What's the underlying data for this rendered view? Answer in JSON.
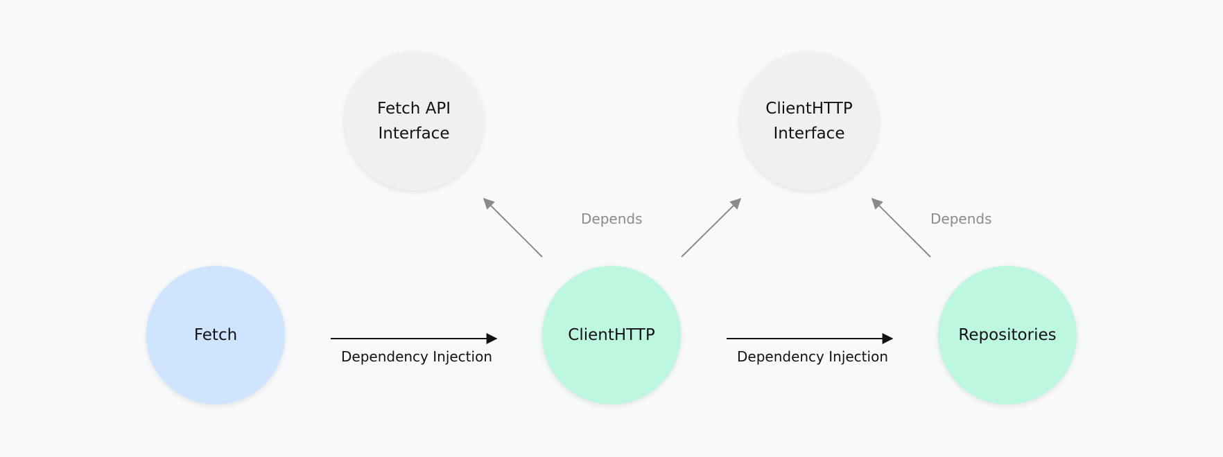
{
  "colors": {
    "background": "#f8f9fb",
    "interface_node": "#f0f0f0",
    "fetch_node": "#cfe5ff",
    "module_node": "#bdf7e0",
    "injection_arrow": "#111111",
    "depends_arrow": "#8a8a8a"
  },
  "nodes": {
    "fetch_api_interface": "Fetch API\nInterface",
    "clienthttp_interface": "ClientHTTP\nInterface",
    "fetch": "Fetch",
    "clienthttp": "ClientHTTP",
    "repositories": "Repositories"
  },
  "edges": {
    "fetch_to_clienthttp": "Dependency Injection",
    "clienthttp_to_repositories": "Dependency Injection",
    "clienthttp_depends": "Depends",
    "repositories_depends": "Depends"
  }
}
